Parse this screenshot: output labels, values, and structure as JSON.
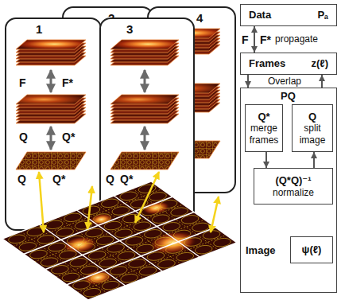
{
  "diagram": {
    "nodes": [
      {
        "text": [
          "1"
        ]
      },
      {
        "text": [
          "2"
        ]
      },
      {
        "text": [
          "3"
        ]
      },
      {
        "text": [
          "4"
        ]
      },
      {
        "text": [
          "Data",
          "Pₐ"
        ]
      },
      {
        "text": [
          "Frames",
          "z(ℓ)"
        ]
      },
      {
        "text": [
          "PQ",
          "Image"
        ]
      },
      {
        "text": [
          "Q*",
          "merge frames"
        ],
        "in": 6
      },
      {
        "text": [
          "Q",
          "split image"
        ],
        "in": 6
      },
      {
        "text": [
          "(Q*Q)⁻¹",
          "normalize"
        ],
        "in": 6
      },
      {
        "text": [
          "ψ(ℓ)"
        ],
        "in": 6
      }
    ],
    "edges": [
      {
        "from": 4,
        "to": 5,
        "arrow": "both"
      },
      {
        "from": 5,
        "to": 6,
        "arrow": "to",
        "label": "Overlap"
      },
      {
        "from": 6,
        "to": 5,
        "arrow": "to"
      },
      {
        "from": 7,
        "to": 9,
        "arrow": "to"
      },
      {
        "from": 9,
        "to": 8,
        "arrow": "to"
      }
    ],
    "labels": [
      "F",
      "F*",
      "Q",
      "Q*",
      "Q",
      "Q*",
      "Q",
      "Q*",
      "F",
      "F*",
      "propagate"
    ]
  }
}
